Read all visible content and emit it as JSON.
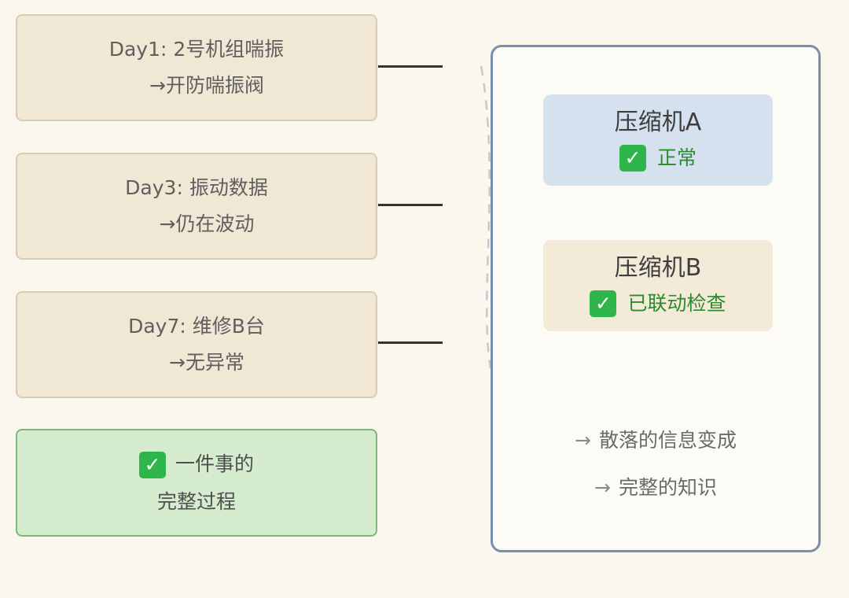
{
  "timeline": [
    {
      "title": "Day1: 2号机组喘振",
      "detail": "→开防喘振阀"
    },
    {
      "title": "Day3: 振动数据",
      "detail": "→仍在波动"
    },
    {
      "title": "Day7: 维修B台",
      "detail": "→无异常"
    }
  ],
  "summary": {
    "line1": "一件事的",
    "line2": "完整过程"
  },
  "compressors": [
    {
      "name": "压缩机A",
      "status": "正常"
    },
    {
      "name": "压缩机B",
      "status": "已联动检查"
    }
  ],
  "notes": [
    {
      "arrow": "→",
      "text": "散落的信息变成"
    },
    {
      "arrow": "→",
      "text": "完整的知识"
    }
  ],
  "colors": {
    "event_card": "#f1e7d5",
    "summary_card": "#d6eccf",
    "compressor_a": "#d5e1ef",
    "compressor_b": "#f3ead8",
    "panel_border": "#7b8fac",
    "check": "#2fb64a"
  },
  "icons": {
    "check": "check-mark-icon"
  }
}
